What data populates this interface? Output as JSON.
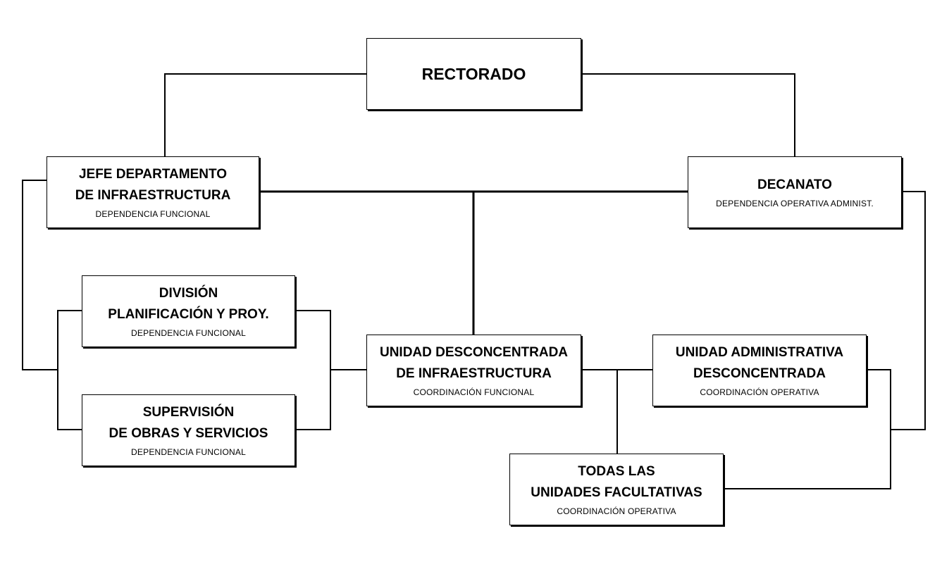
{
  "diagram": {
    "nodes": {
      "rectorado": {
        "line1": "RECTORADO"
      },
      "jefe": {
        "line1": "JEFE DEPARTAMENTO",
        "line2": "DE INFRAESTRUCTURA",
        "sub": "DEPENDENCIA FUNCIONAL"
      },
      "decanato": {
        "line1": "DECANATO",
        "sub": "DEPENDENCIA OPERATIVA ADMINIST."
      },
      "division": {
        "line1": "DIVISIÓN",
        "line2": "PLANIFICACIÓN Y PROY.",
        "sub": "DEPENDENCIA FUNCIONAL"
      },
      "supervision": {
        "line1": "SUPERVISIÓN",
        "line2": "DE OBRAS Y SERVICIOS",
        "sub": "DEPENDENCIA FUNCIONAL"
      },
      "unidad_desc": {
        "line1": "UNIDAD DESCONCENTRADA",
        "line2": "DE INFRAESTRUCTURA",
        "sub": "COORDINACIÓN FUNCIONAL"
      },
      "unidad_admin": {
        "line1": "UNIDAD ADMINISTRATIVA",
        "line2": "DESCONCENTRADA",
        "sub": "COORDINACIÓN OPERATIVA"
      },
      "todas": {
        "line1": "TODAS LAS",
        "line2": "UNIDADES FACULTATIVAS",
        "sub": "COORDINACIÓN OPERATIVA"
      }
    },
    "colors": {
      "line": "#000000",
      "box_border": "#000000",
      "box_fill": "#ffffff"
    }
  }
}
